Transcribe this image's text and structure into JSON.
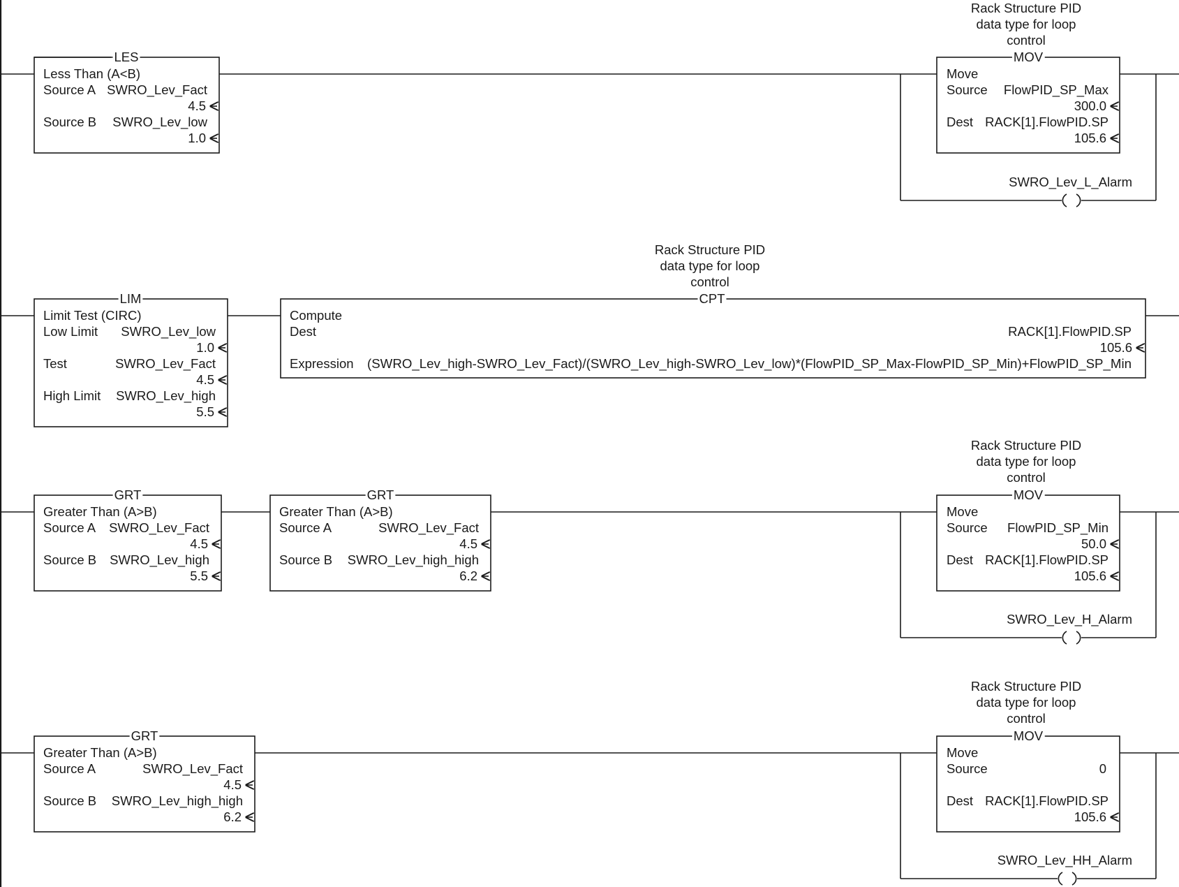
{
  "common": {
    "comment": [
      "Rack Structure PID",
      "data type for loop",
      "control"
    ]
  },
  "rung1": {
    "les": {
      "mnemonic": "LES",
      "title": "Less Than (A<B)",
      "source_a_label": "Source A",
      "source_a_tag": "SWRO_Lev_Fact",
      "source_a_value": "4.5",
      "source_b_label": "Source B",
      "source_b_tag": "SWRO_Lev_low",
      "source_b_value": "1.0"
    },
    "mov": {
      "mnemonic": "MOV",
      "title": "Move",
      "source_label": "Source",
      "source_tag": "FlowPID_SP_Max",
      "source_value": "300.0",
      "dest_label": "Dest",
      "dest_tag": "RACK[1].FlowPID.SP",
      "dest_value": "105.6"
    },
    "coil_tag": "SWRO_Lev_L_Alarm"
  },
  "rung2": {
    "lim": {
      "mnemonic": "LIM",
      "title": "Limit Test (CIRC)",
      "low_label": "Low Limit",
      "low_tag": "SWRO_Lev_low",
      "low_value": "1.0",
      "test_label": "Test",
      "test_tag": "SWRO_Lev_Fact",
      "test_value": "4.5",
      "high_label": "High Limit",
      "high_tag": "SWRO_Lev_high",
      "high_value": "5.5"
    },
    "cpt": {
      "mnemonic": "CPT",
      "title": "Compute",
      "dest_label": "Dest",
      "dest_tag": "RACK[1].FlowPID.SP",
      "dest_value": "105.6",
      "expr_label": "Expression",
      "expression": "(SWRO_Lev_high-SWRO_Lev_Fact)/(SWRO_Lev_high-SWRO_Lev_low)*(FlowPID_SP_Max-FlowPID_SP_Min)+FlowPID_SP_Min"
    }
  },
  "rung3": {
    "grt1": {
      "mnemonic": "GRT",
      "title": "Greater Than (A>B)",
      "source_a_label": "Source A",
      "source_a_tag": "SWRO_Lev_Fact",
      "source_a_value": "4.5",
      "source_b_label": "Source B",
      "source_b_tag": "SWRO_Lev_high",
      "source_b_value": "5.5"
    },
    "grt2": {
      "mnemonic": "GRT",
      "title": "Greater Than (A>B)",
      "source_a_label": "Source A",
      "source_a_tag": "SWRO_Lev_Fact",
      "source_a_value": "4.5",
      "source_b_label": "Source B",
      "source_b_tag": "SWRO_Lev_high_high",
      "source_b_value": "6.2"
    },
    "mov": {
      "mnemonic": "MOV",
      "title": "Move",
      "source_label": "Source",
      "source_tag": "FlowPID_SP_Min",
      "source_value": "50.0",
      "dest_label": "Dest",
      "dest_tag": "RACK[1].FlowPID.SP",
      "dest_value": "105.6"
    },
    "coil_tag": "SWRO_Lev_H_Alarm"
  },
  "rung4": {
    "grt": {
      "mnemonic": "GRT",
      "title": "Greater Than (A>B)",
      "source_a_label": "Source A",
      "source_a_tag": "SWRO_Lev_Fact",
      "source_a_value": "4.5",
      "source_b_label": "Source B",
      "source_b_tag": "SWRO_Lev_high_high",
      "source_b_value": "6.2"
    },
    "mov": {
      "mnemonic": "MOV",
      "title": "Move",
      "source_label": "Source",
      "source_tag": "",
      "source_value": "0",
      "dest_label": "Dest",
      "dest_tag": "RACK[1].FlowPID.SP",
      "dest_value": "105.6"
    },
    "coil_tag": "SWRO_Lev_HH_Alarm"
  }
}
